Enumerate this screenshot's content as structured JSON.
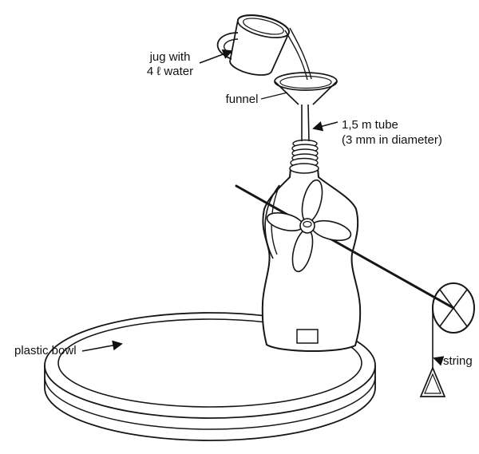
{
  "labels": {
    "jug": {
      "line1": "jug with",
      "line2": "4 ℓ water"
    },
    "funnel": "funnel",
    "tube": {
      "line1": "1,5 m tube",
      "line2": "(3 mm in diameter)"
    },
    "bowl": "plastic bowl",
    "string": "string"
  },
  "colors": {
    "ink": "#161616",
    "background": "#ffffff"
  }
}
